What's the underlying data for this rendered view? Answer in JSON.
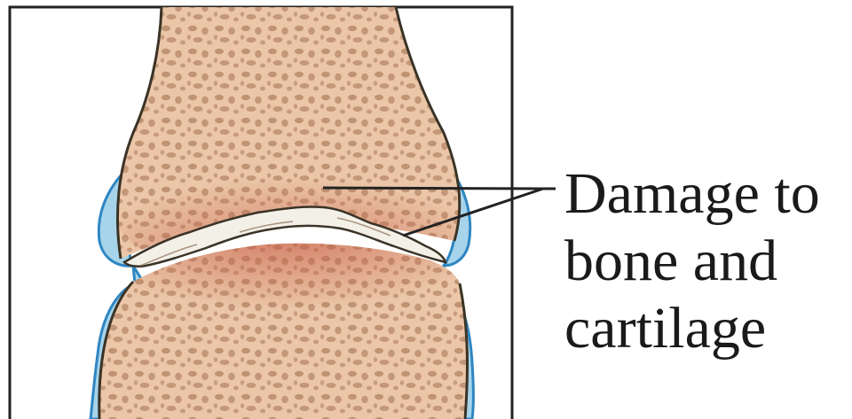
{
  "annotation": {
    "lines": [
      "Damage to",
      "bone and",
      "cartilage"
    ]
  },
  "colors": {
    "bone": "#e8c2a4",
    "bone_light": "#efd3bb",
    "pore": "#b88a68",
    "damage": "#c8644a",
    "cartilage_fluid": "#9fd0e8",
    "capsule": "#3a8fc7",
    "outline": "#3a3326",
    "frame": "#222222",
    "gap": "#f4f1ea"
  }
}
